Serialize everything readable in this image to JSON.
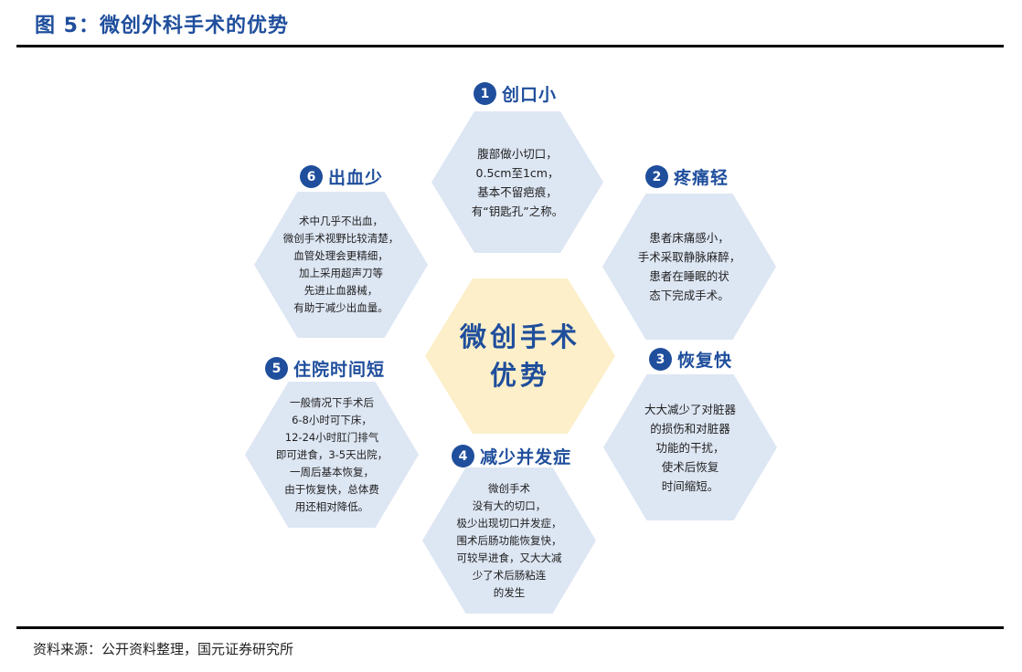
{
  "header": {
    "title": "图 5：微创外科手术的优势"
  },
  "footer": {
    "source": "资料来源：公开资料整理，国元证券研究所"
  },
  "center": {
    "lines": [
      "微创手术",
      "优势"
    ]
  },
  "items": [
    {
      "number": "1",
      "title": "创口小",
      "lines": [
        "腹部做小切口，",
        "0.5cm至1cm，",
        "基本不留疤痕，",
        "有“钥匙孔”之称。"
      ]
    },
    {
      "number": "2",
      "title": "疼痛轻",
      "lines": [
        "患者床痛感小，",
        "手术采取静脉麻醉，",
        "患者在睡眠的状",
        "态下完成手术。"
      ]
    },
    {
      "number": "3",
      "title": "恢复快",
      "lines": [
        "大大减少了对脏器",
        "的损伤和对脏器",
        "功能的干扰，",
        "使术后恢复",
        "时间缩短。"
      ]
    },
    {
      "number": "4",
      "title": "减少并发症",
      "lines": [
        "微创手术",
        "没有大的切口，",
        "极少出现切口并发症，",
        "围术后肠功能恢复快，",
        "可较早进食，又大大减",
        "少了术后肠粘连",
        "的发生"
      ]
    },
    {
      "number": "5",
      "title": "住院时间短",
      "lines": [
        "一般情况下手术后",
        "6-8小时可下床，",
        "12-24小时肛门排气",
        "即可进食，3-5天出院，",
        "一周后基本恢复，",
        "由于恢复快，总体费",
        "用还相对降低。"
      ]
    },
    {
      "number": "6",
      "title": "出血少",
      "lines": [
        "术中几乎不出血，",
        "微创手术视野比较清楚，",
        "血管处理会更精细，",
        "加上采用超声刀等",
        "先进止血器械，",
        "有助于减少出血量。"
      ]
    }
  ]
}
